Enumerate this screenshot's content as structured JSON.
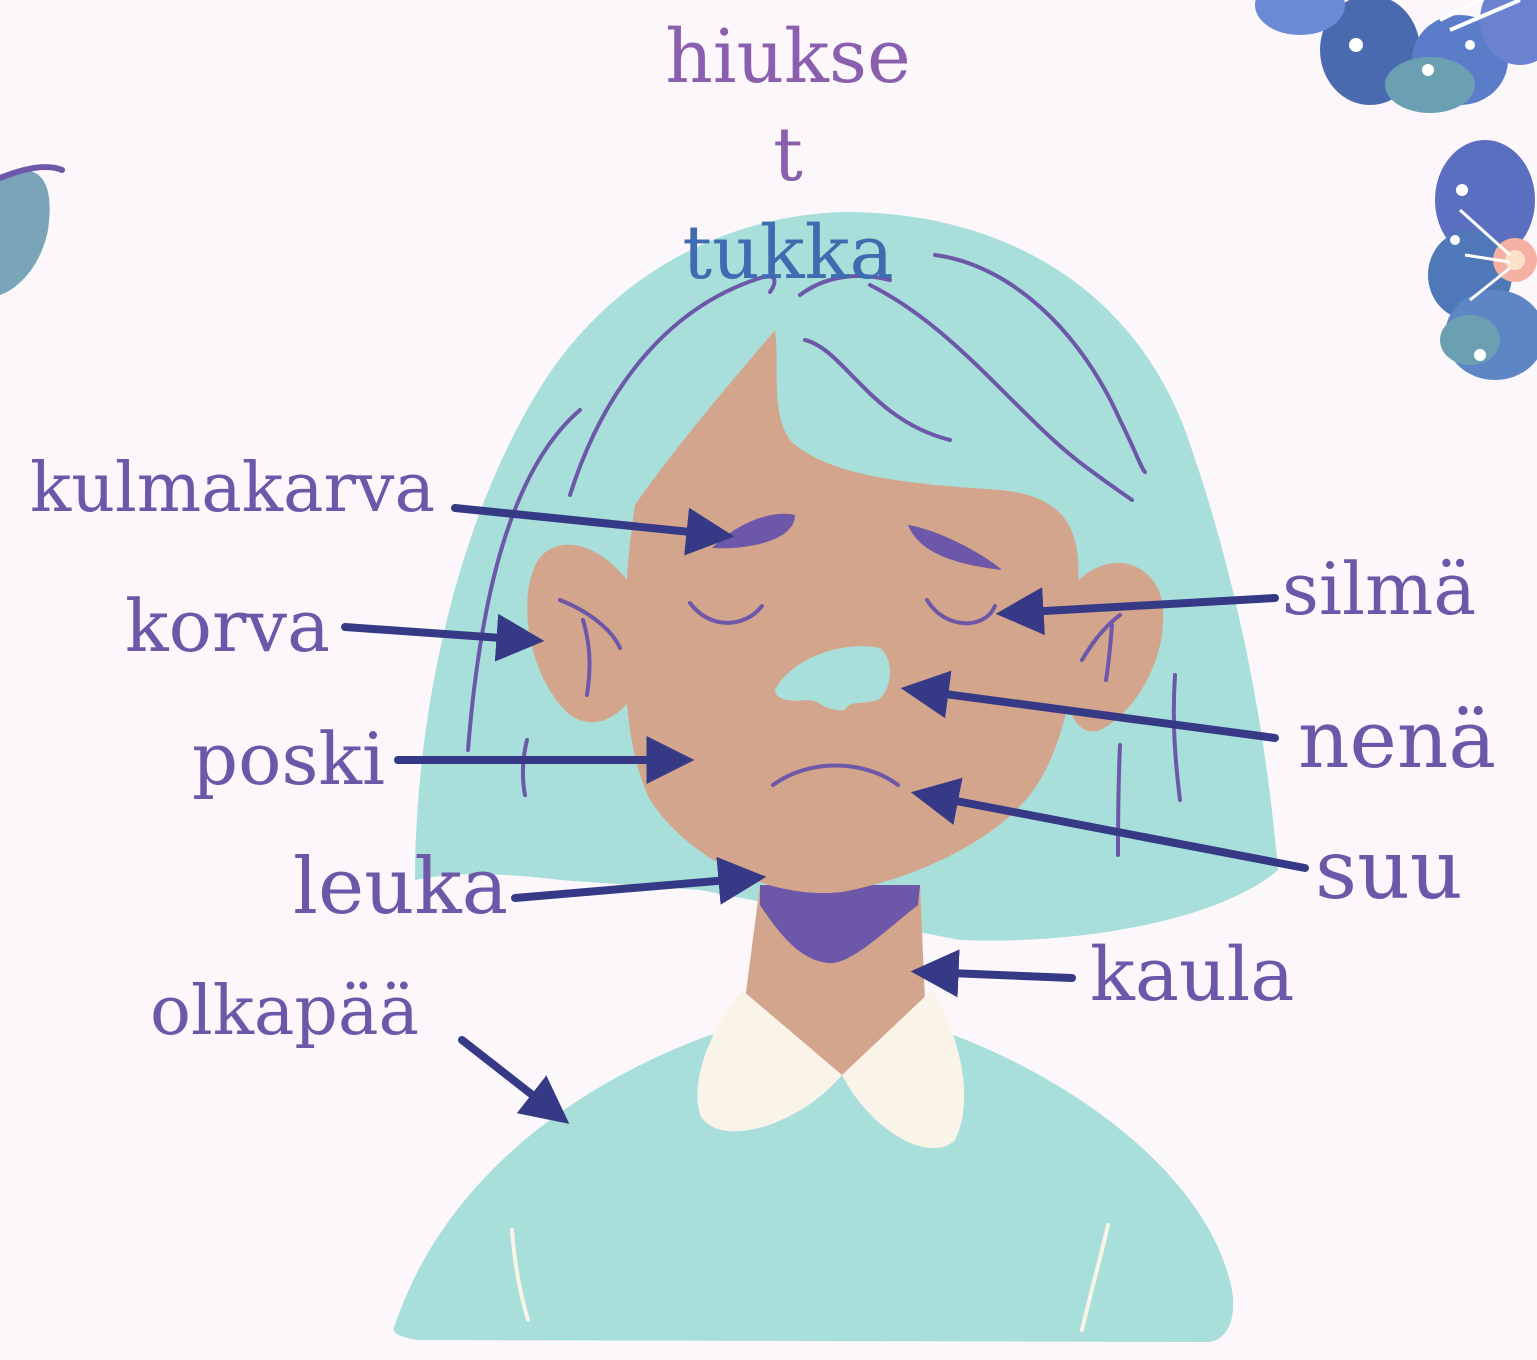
{
  "title_lines": [
    "hiukse",
    "t",
    "tukka"
  ],
  "labels": {
    "kulmakarva": "kulmakarva",
    "korva": "korva",
    "poski": "poski",
    "leuka": "leuka",
    "olkapaa": "olkapää",
    "silma": "silmä",
    "nena": "nenä",
    "suu": "suu",
    "kaula": "kaula"
  },
  "colors": {
    "background": "#fcf7fb",
    "hair": "#a8dfda",
    "skin": "#d4a58d",
    "hair_lines": "#6c57a8",
    "text": "#6c57a8",
    "arrow": "#363a86",
    "title_hair": "#8a5fae",
    "title_tukka": "#3f6bb0",
    "collar": "#faf3e7",
    "neck_shadow": "#6c57a8",
    "flower": "#5a6fc0",
    "leaf": "#7aa5b8"
  }
}
